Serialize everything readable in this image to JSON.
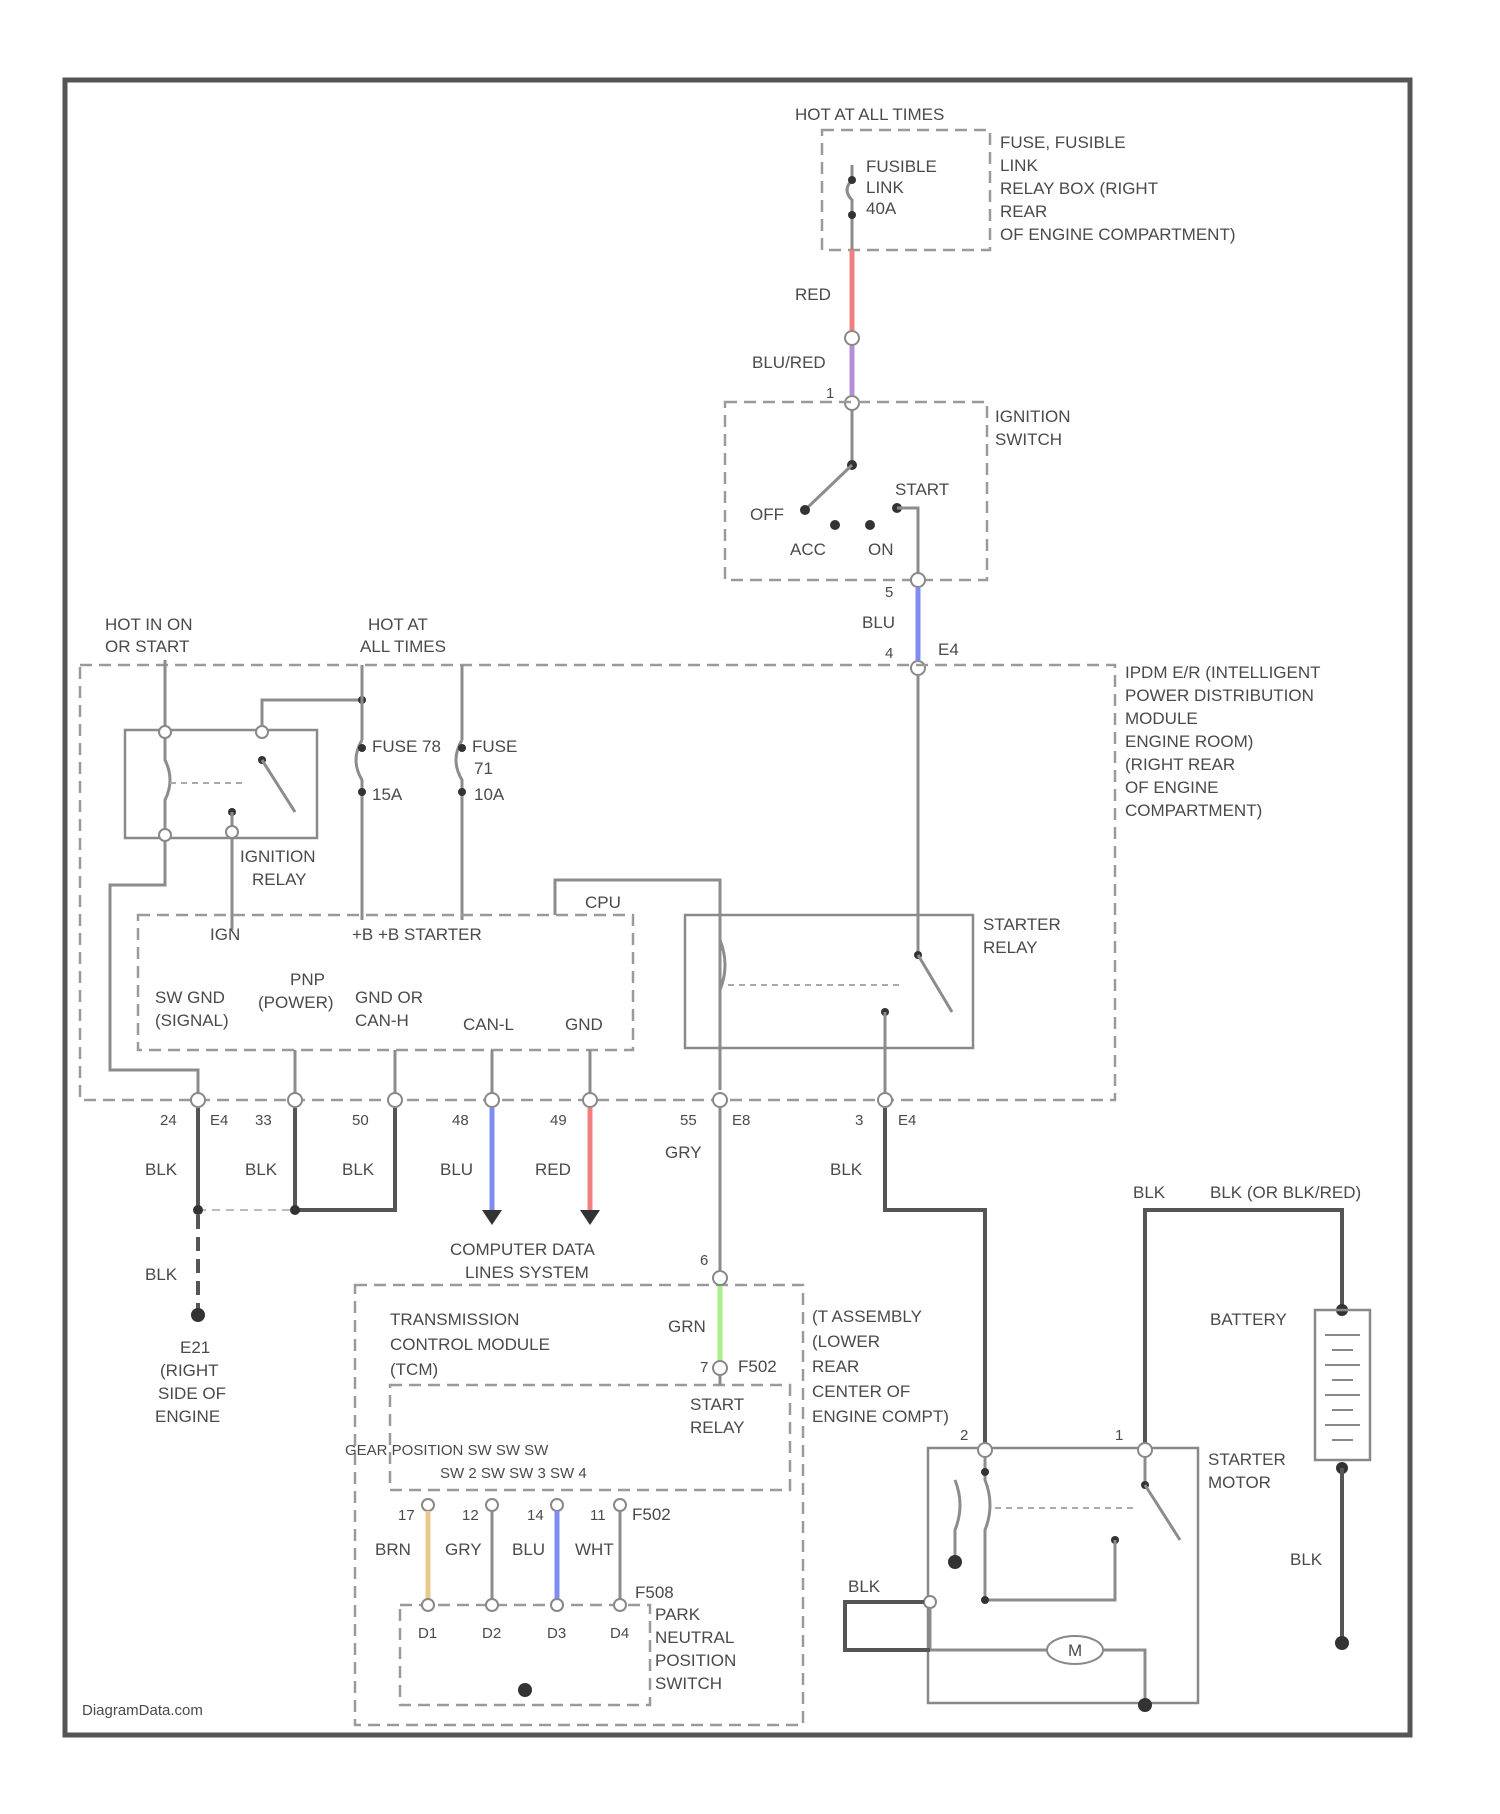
{
  "labels": {
    "hot_at_all_times_top": "HOT AT ALL TIMES",
    "fuse_box_title": [
      "FUSE, FUSIBLE",
      "LINK",
      "RELAY BOX (RIGHT",
      "REAR",
      "OF ENGINE COMPARTMENT)"
    ],
    "fusible_link": [
      "FUSIBLE",
      "LINK",
      "40A"
    ],
    "wire_red_top": "RED",
    "wire_blured": "BLU/RED",
    "ignition_switch": [
      "IGNITION",
      "SWITCH"
    ],
    "ign_positions": {
      "off": "OFF",
      "acc": "ACC",
      "on": "ON",
      "start": "START"
    },
    "wire_blu_ign": "BLU",
    "pin_5": "5",
    "pin_4": "4",
    "conn_e4_top": "E4",
    "hot_in_on_start": [
      "HOT IN ON",
      "OR START"
    ],
    "hot_at_all_times_mid": [
      "HOT AT",
      "ALL TIMES"
    ],
    "ipdm_title": [
      "IPDM E/R (INTELLIGENT",
      "POWER DISTRIBUTION",
      "MODULE",
      "ENGINE ROOM)",
      "(RIGHT REAR",
      "OF ENGINE",
      "COMPARTMENT)"
    ],
    "fuse_78": [
      "FUSE 78",
      "15A"
    ],
    "fuse_71": [
      "FUSE",
      "71",
      "10A"
    ],
    "ignition_relay": [
      "IGNITION",
      "RELAY"
    ],
    "cpu": "CPU",
    "starter_relay": [
      "STARTER",
      "RELAY"
    ],
    "ign_label": "IGN",
    "b_starter": "+B   +B STARTER",
    "pnp_power": [
      "PNP",
      "(POWER)"
    ],
    "sw_gnd_signal": [
      "SW GND",
      "(SIGNAL)"
    ],
    "gnd_cpu": [
      "GND OR",
      "CAN-H"
    ],
    "can_l": "CAN-L",
    "gnd": "GND",
    "bottom_pins": [
      "24",
      "E4",
      "33",
      "50",
      "48",
      "49",
      "55",
      "E8",
      "3",
      "E4"
    ],
    "wires_bottom": {
      "blk1": "BLK",
      "blk2": "BLK",
      "blk3": "BLK",
      "blu": "BLU",
      "red": "RED",
      "gry": "GRY",
      "blk_starter": "BLK"
    },
    "blk_ground": "BLK",
    "ground_e21": [
      "E21",
      "(RIGHT",
      "SIDE OF",
      "ENGINE"
    ],
    "computer_data_lines": [
      "COMPUTER DATA",
      "LINES SYSTEM"
    ],
    "pin_6": "6",
    "tcm_title": [
      "TRANSMISSION",
      "CONTROL MODULE",
      "(TCM)"
    ],
    "tcm_location": [
      "(T ASSEMBLY",
      "(LOWER",
      "REAR",
      "CENTER OF",
      "ENGINE COMPT)"
    ],
    "wire_grn": "GRN",
    "f502": "F502",
    "pin_7": "7",
    "start_relay": [
      "START",
      "RELAY"
    ],
    "tcm_pins_top": "GEAR POSITION SW SW SW",
    "tcm_pins_bottom": "SW 2 SW SW 3  SW 4",
    "tcm_pin_nums": [
      "17",
      "12",
      "14",
      "11"
    ],
    "f502_b": "F502",
    "tcm_wires": [
      "BRN",
      "GRY",
      "BLU",
      "WHT"
    ],
    "f508": "F508",
    "pnp_switch_pins": [
      "D1",
      "D2",
      "D3",
      "D4"
    ],
    "pnp_switch": [
      "PARK",
      "NEUTRAL",
      "POSITION",
      "SWITCH"
    ],
    "blk_or_blkred": "BLK   (OR BLK/RED)",
    "blk_top_right": "BLK",
    "battery": "BATTERY",
    "starter_motor": [
      "STARTER",
      "MOTOR"
    ],
    "pin_2": "2",
    "pin_1": "1",
    "wire_blk_mot": "BLK",
    "wire_blk_bat": "BLK",
    "motor_m": "M",
    "watermark": "DiagramData.com"
  },
  "colors": {
    "red_wire": "#f08080",
    "blured_wire": "#b48fd8",
    "blu_wire": "#7f8cf2",
    "grn_wire": "#a6f08a",
    "brn_wire": "#e8c88c"
  }
}
